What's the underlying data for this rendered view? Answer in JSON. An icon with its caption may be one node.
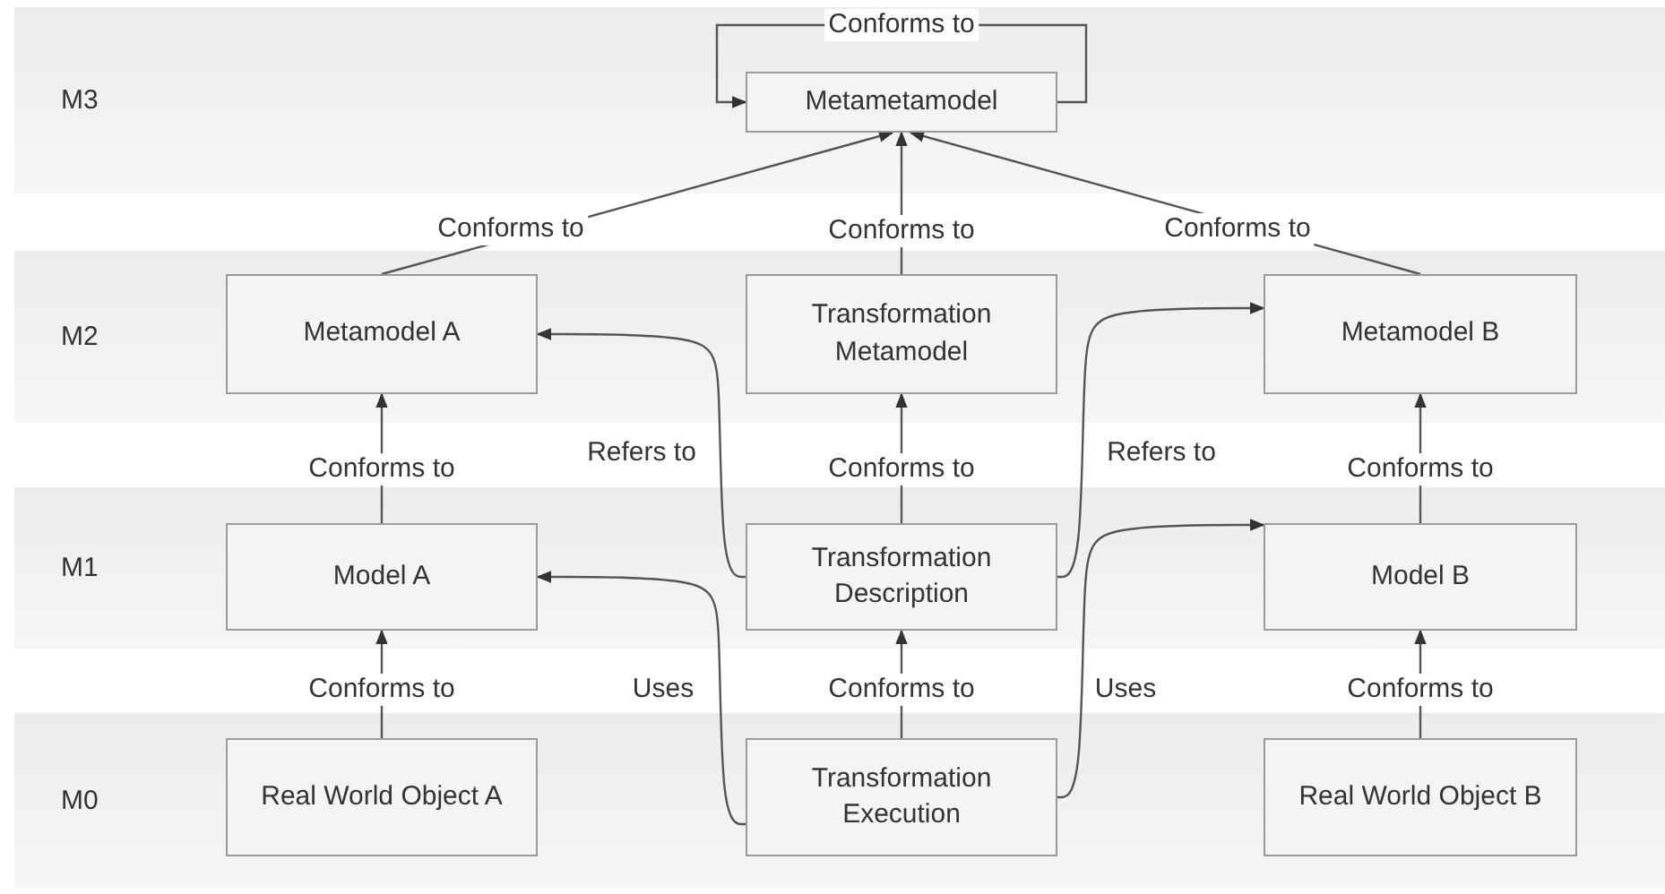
{
  "diagram": {
    "nodes": [
      {
        "text": [
          "M3"
        ]
      },
      {
        "text": [
          "Metametamodel"
        ],
        "in": 0
      },
      {
        "text": [
          "M2"
        ]
      },
      {
        "text": [
          "Metamodel A"
        ],
        "in": 2
      },
      {
        "text": [
          "Transformation Metamodel"
        ],
        "in": 2
      },
      {
        "text": [
          "Metamodel B"
        ],
        "in": 2
      },
      {
        "text": [
          "M1"
        ]
      },
      {
        "text": [
          "Model A"
        ],
        "in": 6
      },
      {
        "text": [
          "Transformation Description"
        ],
        "in": 6
      },
      {
        "text": [
          "Model B"
        ],
        "in": 6
      },
      {
        "text": [
          "M0"
        ]
      },
      {
        "text": [
          "Real World Object A"
        ],
        "in": 10
      },
      {
        "text": [
          "Transformation Execution"
        ],
        "in": 10
      },
      {
        "text": [
          "Real World Object B"
        ],
        "in": 10
      }
    ],
    "edges": [
      {
        "from": 1,
        "to": 1,
        "arrow": "to",
        "label": "Conforms to"
      },
      {
        "from": 3,
        "to": 1,
        "arrow": "to",
        "label": "Conforms to"
      },
      {
        "from": 4,
        "to": 1,
        "arrow": "to",
        "label": "Conforms to"
      },
      {
        "from": 5,
        "to": 1,
        "arrow": "to",
        "label": "Conforms to"
      },
      {
        "from": 7,
        "to": 3,
        "arrow": "to",
        "label": "Conforms to"
      },
      {
        "from": 8,
        "to": 4,
        "arrow": "to",
        "label": "Conforms to"
      },
      {
        "from": 9,
        "to": 5,
        "arrow": "to",
        "label": "Conforms to"
      },
      {
        "from": 8,
        "to": 3,
        "arrow": "to",
        "label": "Refers to"
      },
      {
        "from": 8,
        "to": 5,
        "arrow": "to",
        "label": "Refers to"
      },
      {
        "from": 11,
        "to": 7,
        "arrow": "to",
        "label": "Conforms to"
      },
      {
        "from": 12,
        "to": 8,
        "arrow": "to",
        "label": "Conforms to"
      },
      {
        "from": 13,
        "to": 9,
        "arrow": "to",
        "label": "Conforms to"
      },
      {
        "from": 12,
        "to": 7,
        "arrow": "to",
        "label": "Uses"
      },
      {
        "from": 12,
        "to": 9,
        "arrow": "to",
        "label": "Uses"
      }
    ]
  }
}
